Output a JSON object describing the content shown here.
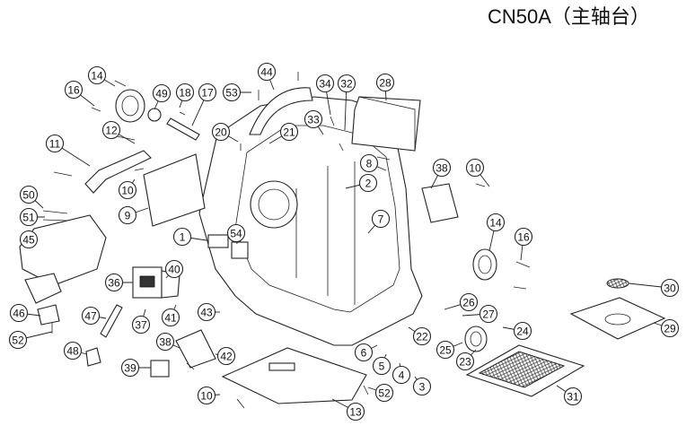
{
  "title": "CN50A（主轴台）",
  "callouts": [
    {
      "n": "14"
    },
    {
      "n": "16"
    },
    {
      "n": "49"
    },
    {
      "n": "18"
    },
    {
      "n": "17"
    },
    {
      "n": "44"
    },
    {
      "n": "53"
    },
    {
      "n": "34"
    },
    {
      "n": "32"
    },
    {
      "n": "28"
    },
    {
      "n": "12"
    },
    {
      "n": "20"
    },
    {
      "n": "21"
    },
    {
      "n": "33"
    },
    {
      "n": "11"
    },
    {
      "n": "8"
    },
    {
      "n": "38"
    },
    {
      "n": "10"
    },
    {
      "n": "10"
    },
    {
      "n": "2"
    },
    {
      "n": "9"
    },
    {
      "n": "50"
    },
    {
      "n": "51"
    },
    {
      "n": "7"
    },
    {
      "n": "14"
    },
    {
      "n": "16"
    },
    {
      "n": "1"
    },
    {
      "n": "54"
    },
    {
      "n": "45"
    },
    {
      "n": "40"
    },
    {
      "n": "36"
    },
    {
      "n": "30"
    },
    {
      "n": "26"
    },
    {
      "n": "46"
    },
    {
      "n": "47"
    },
    {
      "n": "43"
    },
    {
      "n": "41"
    },
    {
      "n": "37"
    },
    {
      "n": "27"
    },
    {
      "n": "29"
    },
    {
      "n": "52"
    },
    {
      "n": "22"
    },
    {
      "n": "24"
    },
    {
      "n": "38"
    },
    {
      "n": "6"
    },
    {
      "n": "25"
    },
    {
      "n": "48"
    },
    {
      "n": "42"
    },
    {
      "n": "5"
    },
    {
      "n": "23"
    },
    {
      "n": "39"
    },
    {
      "n": "4"
    },
    {
      "n": "3"
    },
    {
      "n": "31"
    },
    {
      "n": "52"
    },
    {
      "n": "10"
    },
    {
      "n": "13"
    }
  ]
}
